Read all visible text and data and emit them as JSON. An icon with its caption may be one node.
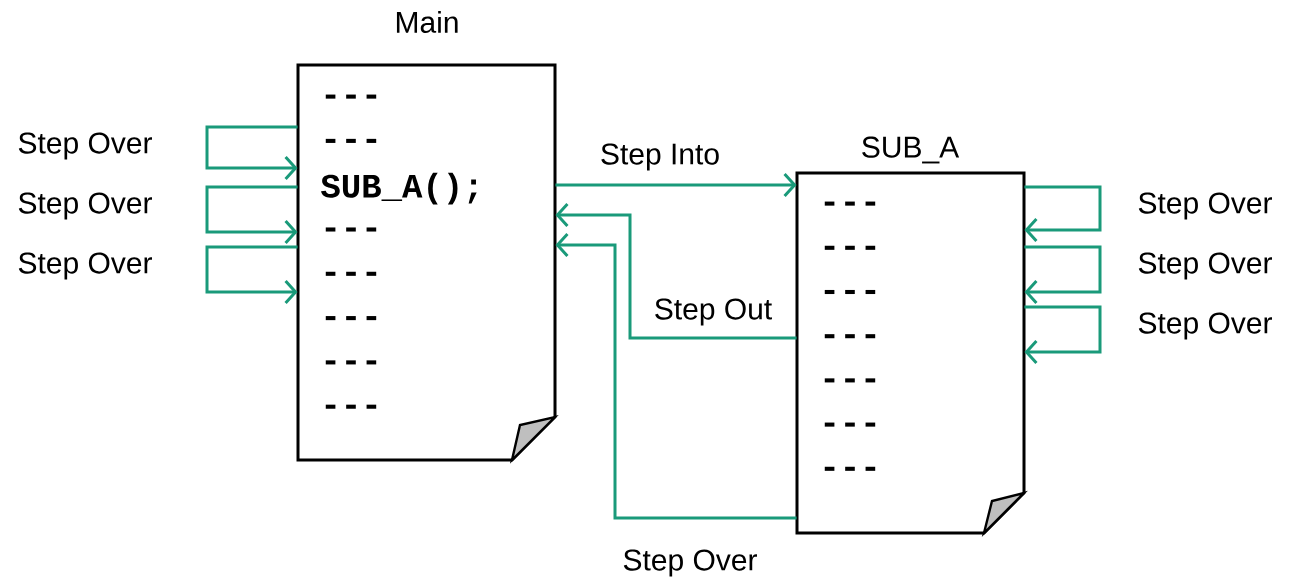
{
  "diagram": {
    "nodes": [
      {
        "text": [
          "Main",
          "---",
          "---",
          "SUB_A();",
          "---",
          "---",
          "---",
          "---",
          "---"
        ]
      },
      {
        "text": [
          "SUB_A",
          "---",
          "---",
          "---",
          "---",
          "---",
          "---",
          "---"
        ]
      }
    ],
    "edges": [
      {
        "from": 0,
        "to": 0,
        "arrow": "to",
        "label": "Step Over"
      },
      {
        "from": 0,
        "to": 0,
        "arrow": "to",
        "label": "Step Over"
      },
      {
        "from": 0,
        "to": 0,
        "arrow": "to",
        "label": "Step Over"
      },
      {
        "from": 0,
        "to": 1,
        "arrow": "to",
        "label": "Step Into"
      },
      {
        "from": 1,
        "to": 1,
        "arrow": "to",
        "label": "Step Over"
      },
      {
        "from": 1,
        "to": 1,
        "arrow": "to",
        "label": "Step Over"
      },
      {
        "from": 1,
        "to": 1,
        "arrow": "to",
        "label": "Step Over"
      },
      {
        "from": 1,
        "to": 0,
        "arrow": "to",
        "label": "Step Out"
      },
      {
        "from": 1,
        "to": 0,
        "arrow": "to",
        "label": "Step Over"
      }
    ]
  }
}
